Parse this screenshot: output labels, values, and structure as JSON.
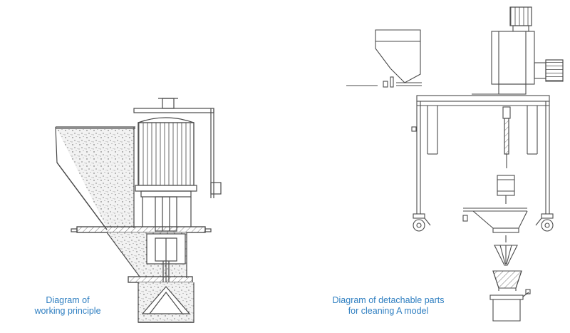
{
  "captions": {
    "left": [
      "Diagram of",
      "working principle"
    ],
    "right": [
      "Diagram of detachable parts",
      "for cleaning A model"
    ]
  },
  "colors": {
    "line": "#4a4a4a",
    "caption": "#2f7fc1",
    "fill": "#e8e8e8"
  }
}
